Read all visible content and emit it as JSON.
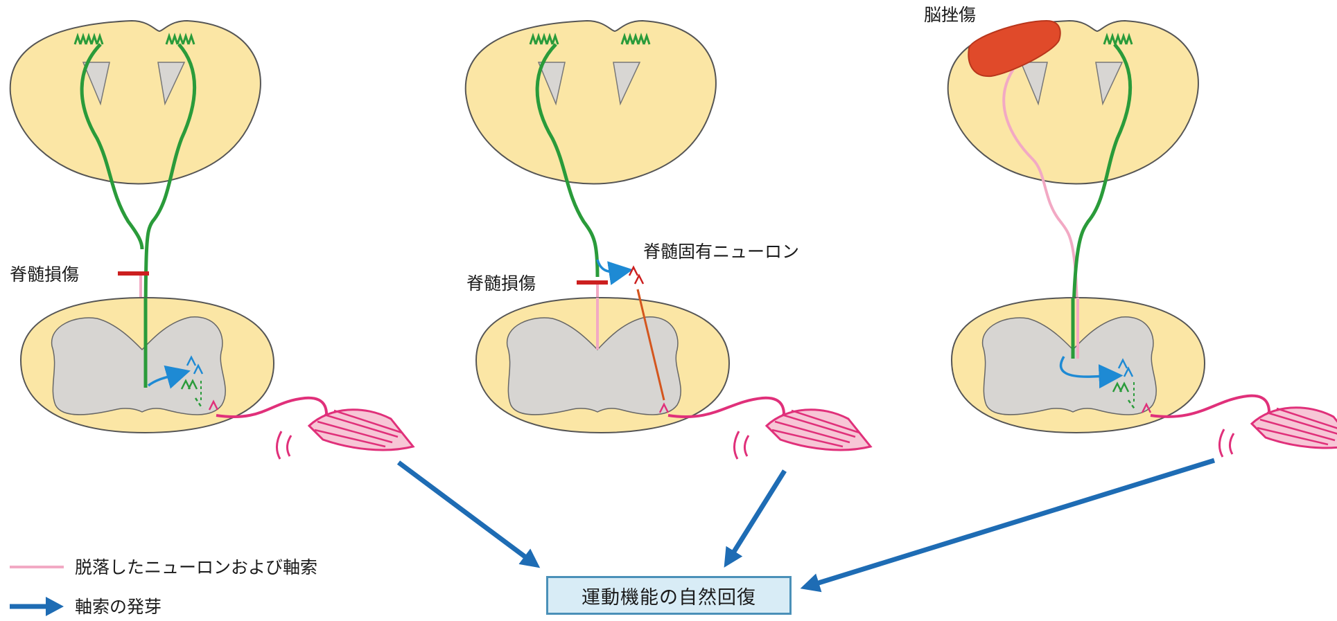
{
  "labels": {
    "spinal_injury_1": "脊髄損傷",
    "spinal_injury_2": "脊髄損傷",
    "propriospinal_neuron": "脊髄固有ニューロン",
    "brain_contusion": "脳挫傷"
  },
  "legend": {
    "lost_neurons": "脱落したニューロンおよび軸索",
    "axon_sprouting": "軸索の発芽"
  },
  "result": {
    "label": "運動機能の自然回復"
  },
  "colors": {
    "brain_fill": "#fbe6a5",
    "ventricle_fill": "#d8d6d3",
    "grey_matter_fill": "#d7d5d2",
    "healthy_axon": "#2a9b3a",
    "lost_axon": "#f2a9c4",
    "sprouting_axon": "#1e8ad4",
    "injury_mark": "#cc1f1f",
    "motor_nerve": "#e0307a",
    "muscle": "#e0307a",
    "contusion": "#e04a2a",
    "propriospinal_axon": "#d4561e",
    "flow_arrow": "#1e6cb4"
  }
}
